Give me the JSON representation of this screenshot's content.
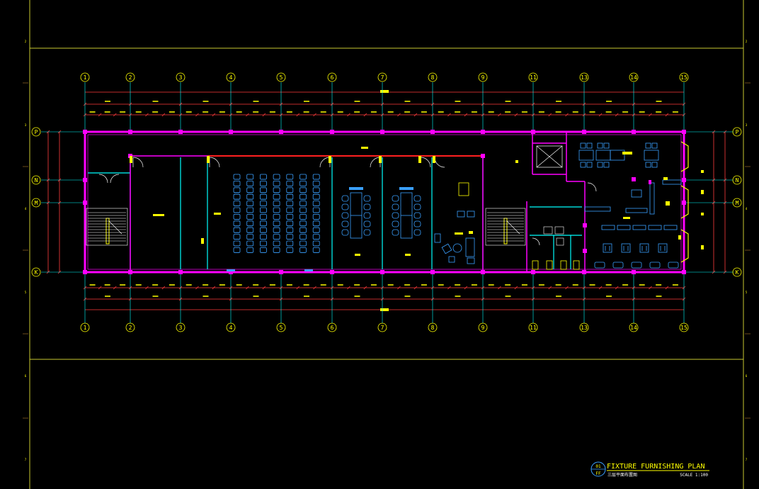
{
  "drawing": {
    "title": "FIXTURE FURNISHING PLAN",
    "subtitle": "三层平面布置图",
    "scale": "SCALE 1:100",
    "badge_top": "01",
    "badge_bottom": "FF"
  },
  "grid": {
    "columns": [
      "1",
      "2",
      "3",
      "4",
      "5",
      "6",
      "7",
      "8",
      "9",
      "11",
      "13",
      "14",
      "15"
    ],
    "rows": [
      "P",
      "N",
      "M",
      "K"
    ]
  },
  "sheet_marks": {
    "left": [
      "2",
      "3",
      "4",
      "5",
      "6",
      "7"
    ],
    "right": [
      "2",
      "3",
      "4",
      "5",
      "6",
      "7"
    ]
  },
  "colors": {
    "background": "#000000",
    "outer_wall": "#ff00ff",
    "partition": "#00ffff",
    "dimension": "#ff3b3b",
    "annotation": "#ffff00",
    "furniture": "#3aa0ff",
    "frame": "#c8c830"
  }
}
